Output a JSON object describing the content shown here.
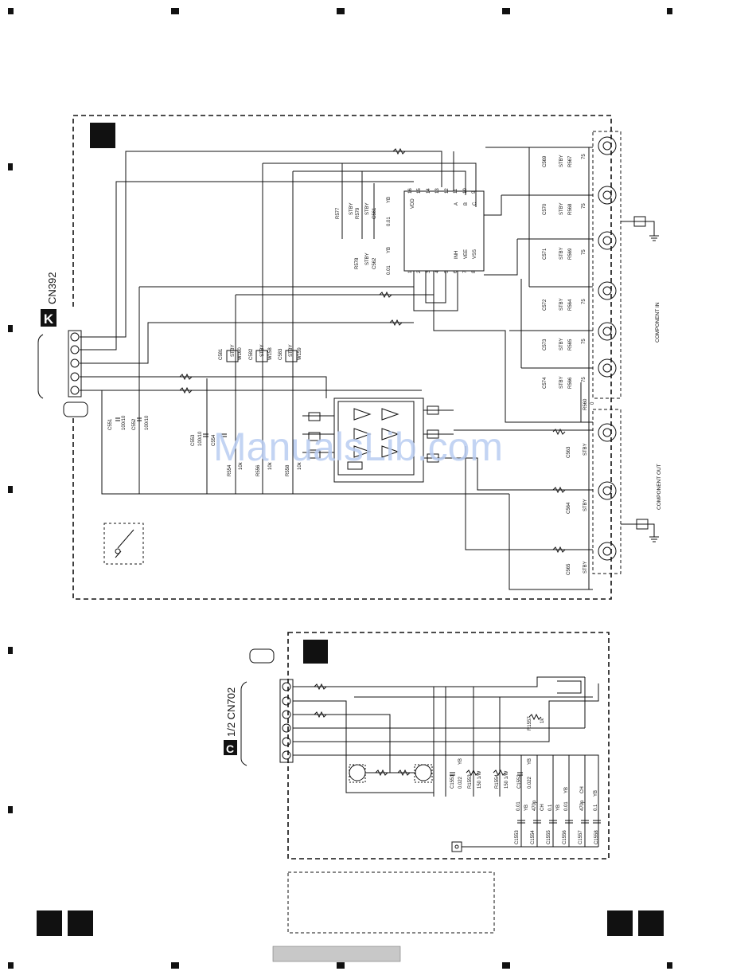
{
  "upper_board": {
    "connector": {
      "letter": "K",
      "name": "CN392"
    },
    "component_in_label": "COMPONENT IN",
    "component_out_label": "COMPONENT OUT",
    "left_caps": [
      {
        "ref": "C551",
        "value": "100/10"
      },
      {
        "ref": "C552",
        "value": "100/10"
      },
      {
        "ref": "C553",
        "value": "100/10"
      },
      {
        "ref": "C554",
        "value": ""
      }
    ],
    "mid_caps": [
      {
        "ref": "C581",
        "rating": "STBY",
        "tag": "W160"
      },
      {
        "ref": "C582",
        "rating": "STBY",
        "tag": "W158"
      },
      {
        "ref": "C583",
        "rating": "STBY",
        "tag": "W159"
      }
    ],
    "resistors_low": [
      {
        "ref": "R554",
        "value": "10k"
      },
      {
        "ref": "R556",
        "value": "10k"
      },
      {
        "ref": "R558",
        "value": "10k"
      }
    ],
    "ic_pins_top": [
      "16",
      "15",
      "14",
      "13",
      "12",
      "11",
      "10",
      "9"
    ],
    "ic_pins_bottom": [
      "1",
      "2",
      "3",
      "4",
      "5",
      "6",
      "7",
      "8"
    ],
    "ic_labels": [
      "VDD",
      "INH",
      "VEE",
      "VSS",
      "A",
      "B",
      "C"
    ],
    "ic_side_parts": [
      {
        "ref": "R577",
        "rating": "STBY"
      },
      {
        "ref": "R579",
        "rating": "STBY"
      },
      {
        "ref": "C561",
        "value": "0.01",
        "grade": "YB"
      },
      {
        "ref": "R578",
        "rating": "STBY"
      },
      {
        "ref": "C562",
        "value": "0.01",
        "grade": "YB"
      }
    ],
    "input_channels": [
      {
        "cap": "C569",
        "res": "R567",
        "rating": "STBY",
        "value": "75"
      },
      {
        "cap": "C570",
        "res": "R568",
        "rating": "STBY",
        "value": "75"
      },
      {
        "cap": "C571",
        "res": "R569",
        "rating": "STBY",
        "value": "75"
      },
      {
        "cap": "C572",
        "res": "R564",
        "rating": "STBY",
        "value": "75"
      },
      {
        "cap": "C573",
        "res": "R565",
        "rating": "STBY",
        "value": "75"
      },
      {
        "cap": "C574",
        "res": "R566",
        "rating": "STBY",
        "value": "75"
      }
    ],
    "r560": {
      "ref": "R560",
      "value": "0"
    },
    "output_channels": [
      {
        "cap": "C563",
        "rating": "STBY"
      },
      {
        "cap": "C564",
        "rating": "STBY"
      },
      {
        "cap": "C565",
        "rating": "STBY"
      }
    ]
  },
  "lower_board": {
    "connector": {
      "letter": "C",
      "name": "1/2 CN702"
    },
    "parts": [
      {
        "ref": "R1557",
        "value": "1k"
      },
      {
        "ref": "C1551",
        "value": "0.022",
        "grade": "YB"
      },
      {
        "ref": "R1553",
        "value": "150 1/W"
      },
      {
        "ref": "R1554",
        "value": "150 1/W"
      },
      {
        "ref": "C1552",
        "value": "0.022",
        "grade": "YB"
      }
    ],
    "bottom_caps": [
      {
        "ref": "C1553",
        "value": "0.01",
        "grade": "YB"
      },
      {
        "ref": "C1554",
        "value": "470p",
        "grade": "CH"
      },
      {
        "ref": "C1555",
        "value": "0.1",
        "grade": "YB"
      },
      {
        "ref": "C1556",
        "value": "0.01",
        "grade": "YB"
      },
      {
        "ref": "C1557",
        "value": "470p",
        "grade": "CH"
      },
      {
        "ref": "C1558",
        "value": "0.1",
        "grade": "YB"
      }
    ]
  },
  "watermark": "ManualsLib.com",
  "colors": {
    "ink": "#111111",
    "watermark": "#b9cdf2",
    "gray_bar": "#c8c8c8"
  }
}
